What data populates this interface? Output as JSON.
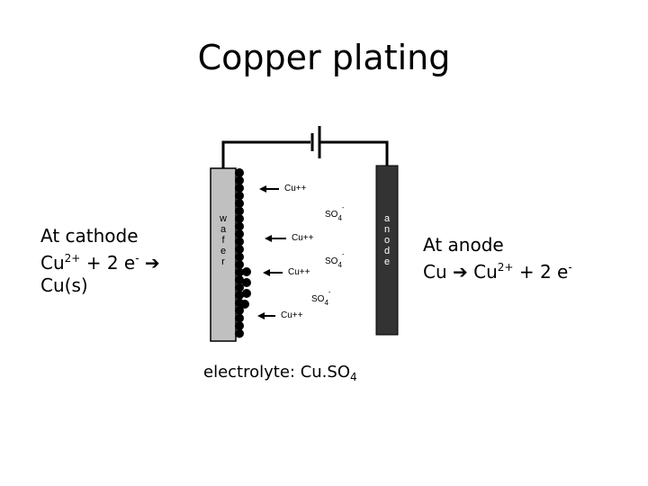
{
  "title": "Copper plating",
  "cathode": {
    "line1": "At cathode",
    "line2_a": "Cu",
    "line2_sup": "2+",
    "line2_b": " + 2 e",
    "line2_sup2": "-",
    "line3": "Cu(s)",
    "wafer_letters": [
      "w",
      "a",
      "f",
      "e",
      "r"
    ]
  },
  "anode": {
    "line1": "At anode",
    "line2_a": "Cu ",
    "line2_b": " Cu",
    "line2_sup": "2+",
    "line2_c": " + 2 e",
    "line2_sup2": "-",
    "letters": [
      "a",
      "n",
      "o",
      "d",
      "e"
    ]
  },
  "ions": {
    "cu": "Cu++",
    "so4": "SO",
    "so4_sub": "4",
    "so4_sup": "-"
  },
  "electrolyte": {
    "label": "electrolyte: Cu.SO",
    "sub": "4"
  }
}
